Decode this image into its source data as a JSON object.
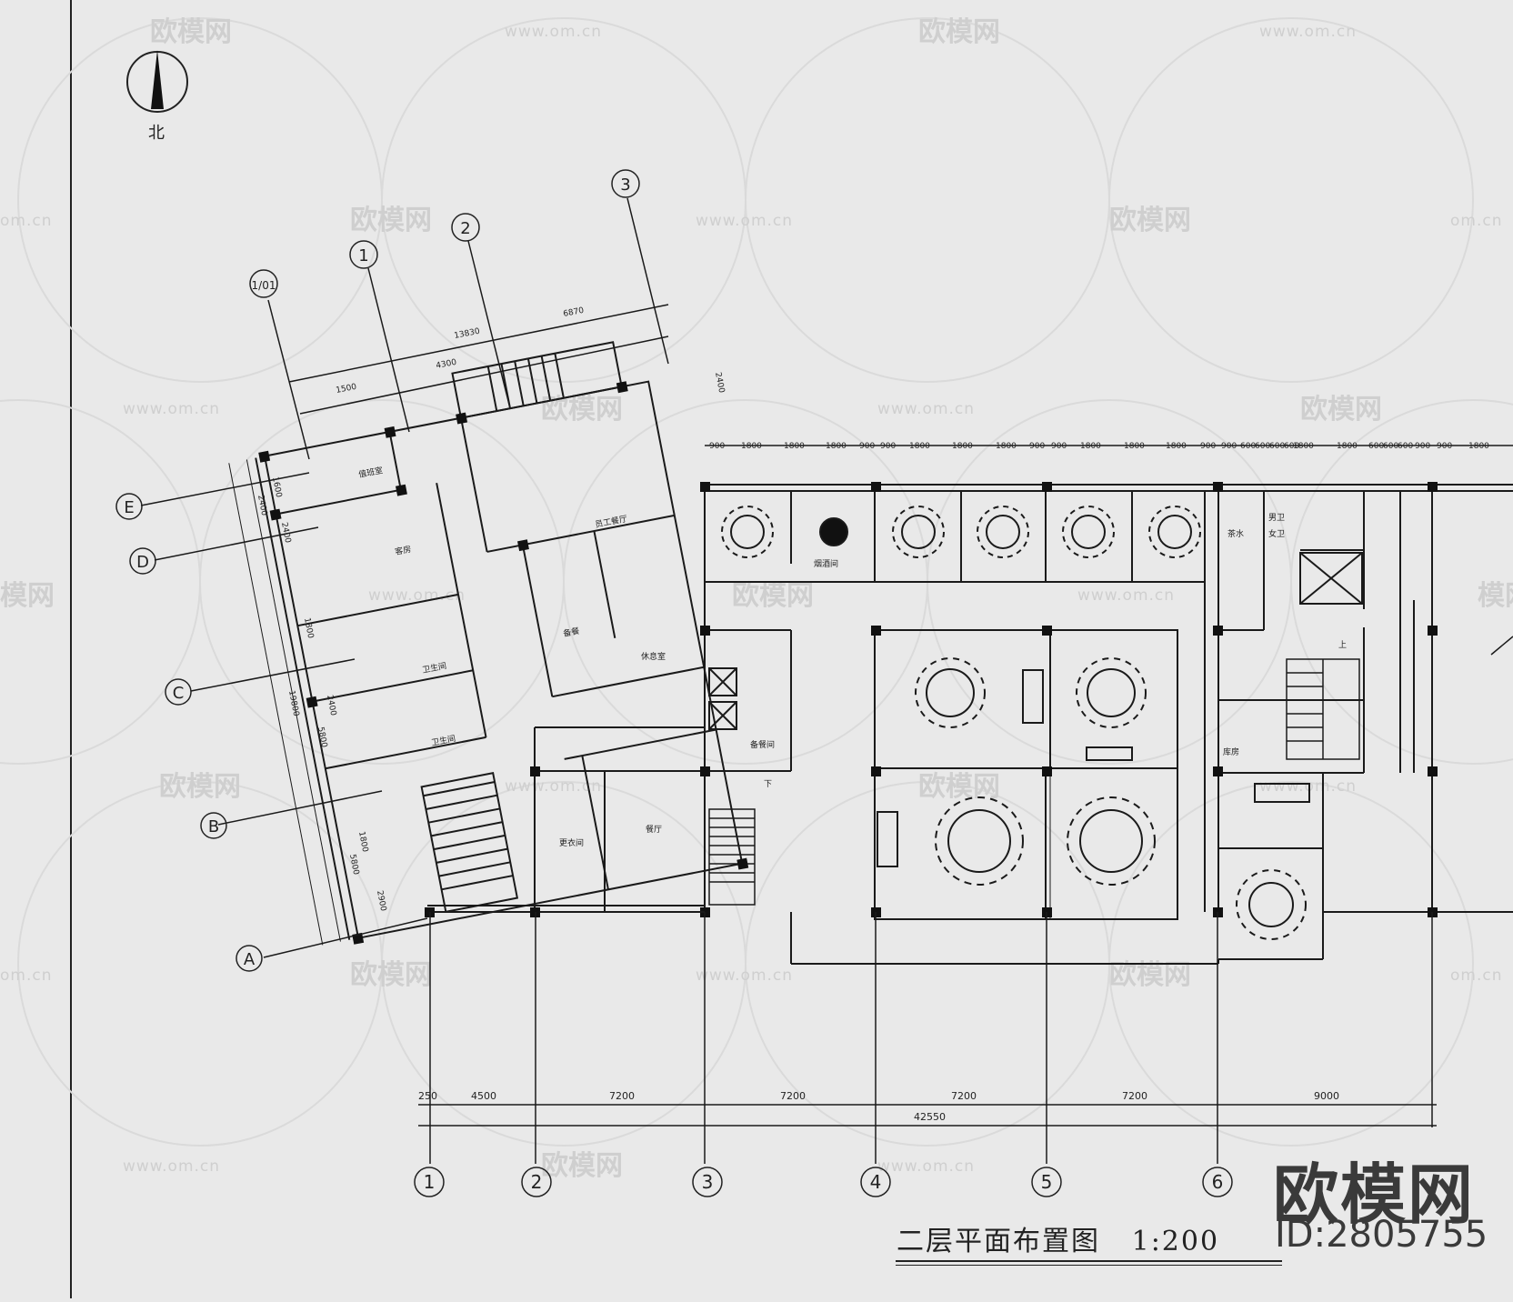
{
  "drawing": {
    "title": "二层平面布置图",
    "scale": "1:200",
    "north_label": "北"
  },
  "watermark": {
    "brand_cn": "欧模网",
    "url": "www.om.cn",
    "url_short": "om.cn",
    "brand_partial": "模网",
    "id_label": "ID:2805755"
  },
  "grid_axes": {
    "bottom": [
      "1",
      "2",
      "3",
      "4",
      "5",
      "6"
    ],
    "left_rotated_letters": [
      "E",
      "D",
      "C",
      "B",
      "A"
    ],
    "top_rotated": [
      "1/01",
      "1",
      "2",
      "3"
    ]
  },
  "dimensions": {
    "bottom_segments": [
      "250",
      "4500",
      "7200",
      "7200",
      "7200",
      "7200",
      "9000"
    ],
    "bottom_total": "42550",
    "top_run": [
      "900",
      "1800",
      "1800",
      "1800",
      "900",
      "900",
      "1800",
      "1800",
      "1800",
      "900",
      "900",
      "1800",
      "1800",
      "1800",
      "900",
      "900",
      "600",
      "600",
      "600",
      "600",
      "1800",
      "1800",
      "600",
      "600",
      "600",
      "900",
      "900",
      "1800"
    ],
    "rotated_top": [
      "13830",
      "6870",
      "4300",
      "1500",
      "2400"
    ],
    "rotated_left": [
      "19800",
      "2400",
      "1600",
      "2400",
      "1800",
      "2400",
      "5800",
      "1800",
      "5800",
      "2900"
    ]
  },
  "rooms": {
    "r1": "值班室",
    "r2": "客房",
    "r3": "卫生间",
    "r4": "卫生间",
    "r5": "员工餐厅",
    "r6": "备餐",
    "r7": "休息室",
    "r8": "备餐间",
    "r9": "更衣间",
    "r10": "餐厅",
    "r11": "烟酒间",
    "r12": "茶水",
    "r13": "男卫",
    "r14": "女卫",
    "r15": "库房",
    "stair_up": "上",
    "stair_down": "下"
  },
  "colors": {
    "paper": "#e9e9e9",
    "line": "#1a1a1a",
    "watermark": "#cfcfcf"
  }
}
